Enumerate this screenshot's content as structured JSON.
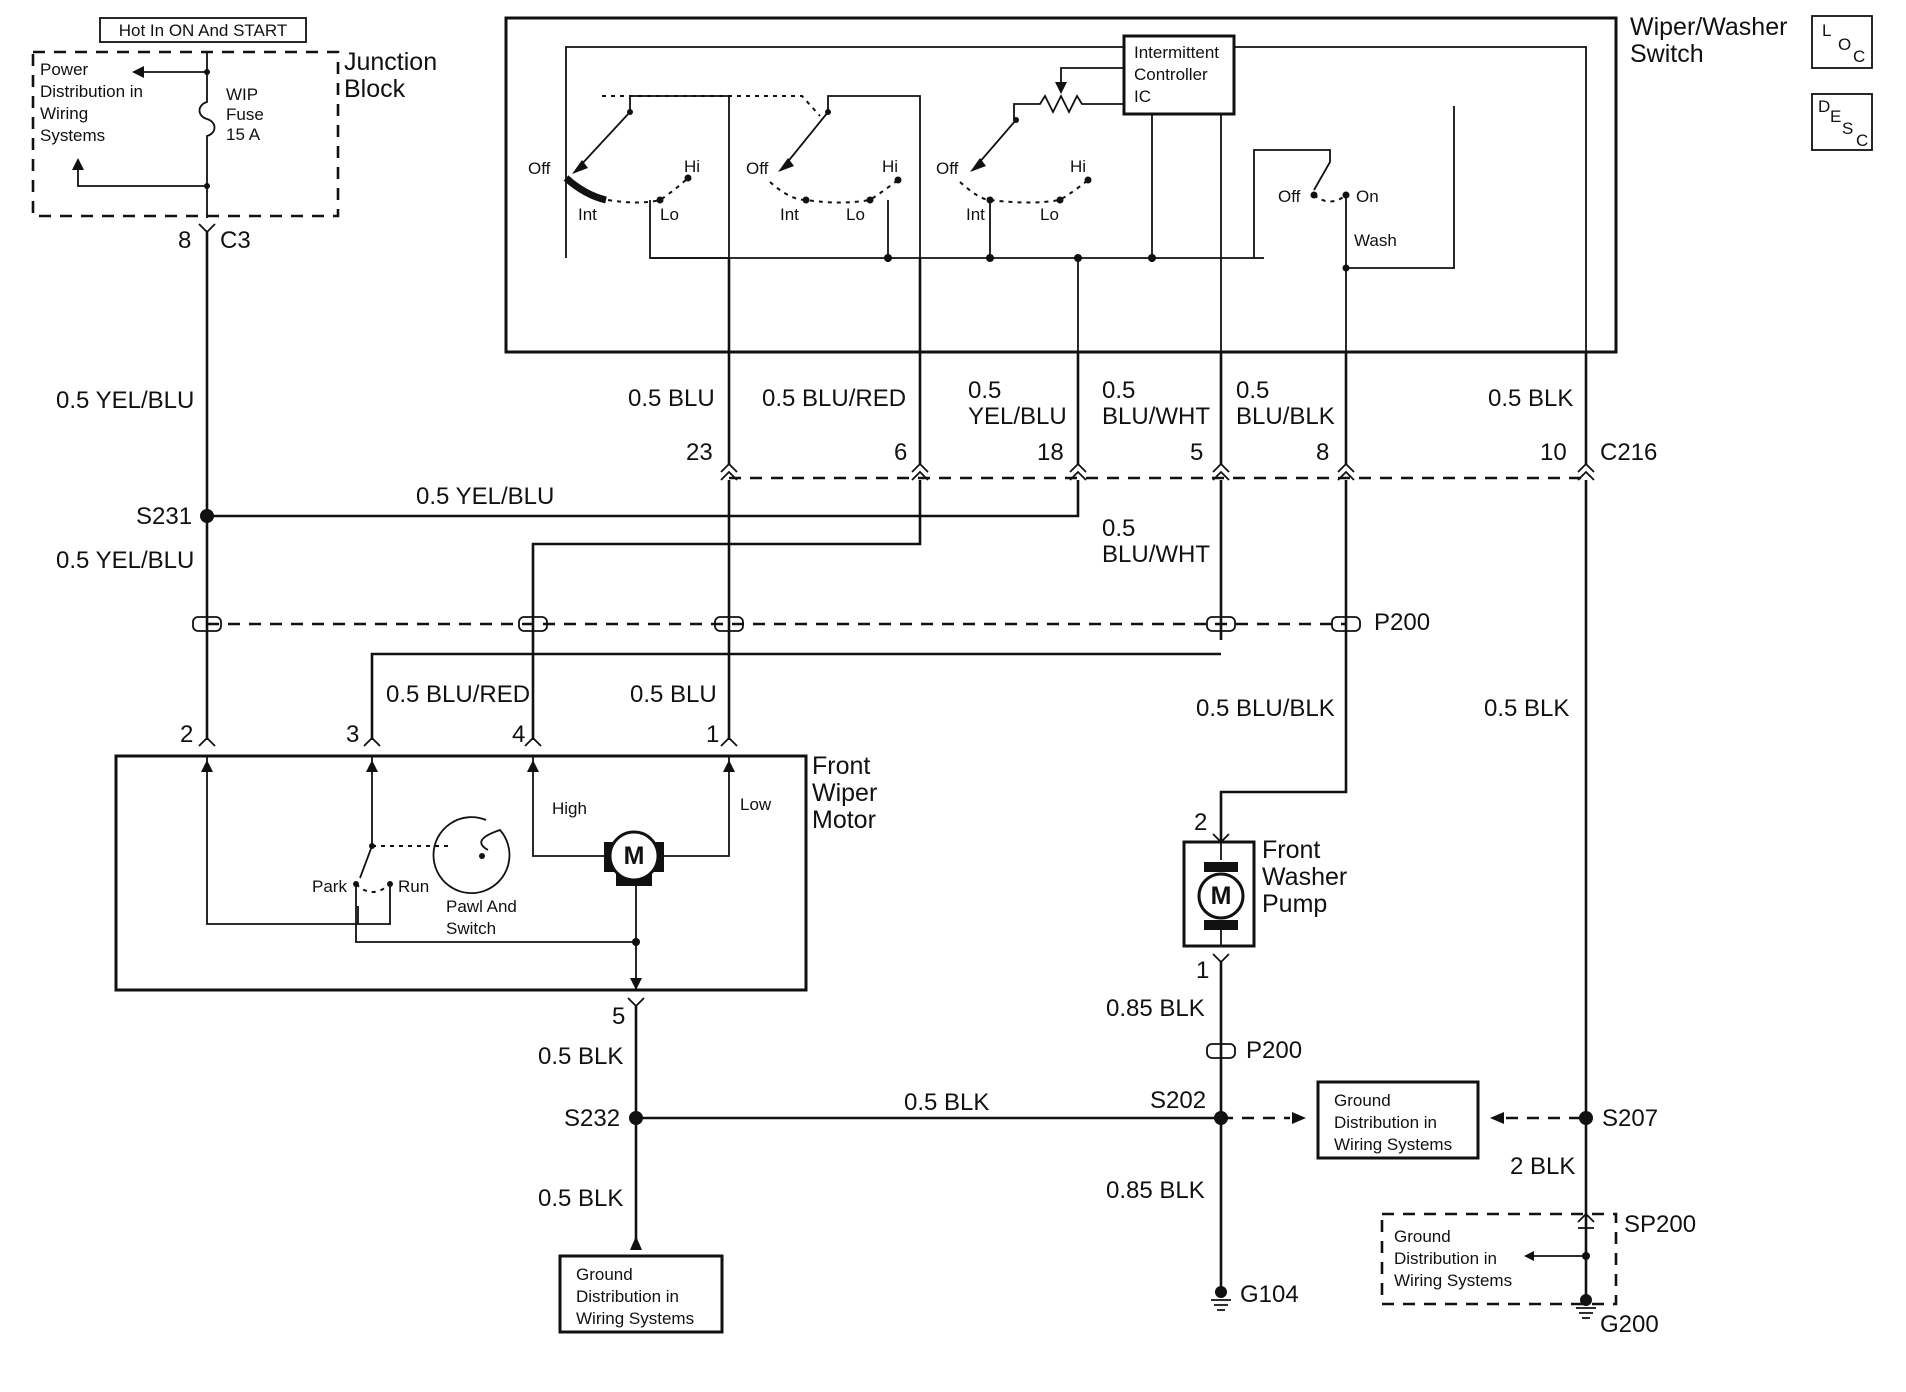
{
  "labels": {
    "hot_in": "Hot In ON And START",
    "power_dist_1": "Power",
    "power_dist_2": "Distribution in",
    "power_dist_3": "Wiring",
    "power_dist_4": "Systems",
    "fuse_1": "WIP",
    "fuse_2": "Fuse",
    "fuse_3": "15 A",
    "junction_1": "Junction",
    "junction_2": "Block",
    "c3_pin": "8",
    "c3": "C3",
    "switch_title_1": "Wiper/Washer",
    "switch_title_2": "Switch",
    "controller_1": "Intermittent",
    "controller_2": "Controller",
    "controller_3": "IC",
    "off": "Off",
    "hi": "Hi",
    "int": "Int",
    "lo": "Lo",
    "on": "On",
    "wash": "Wash",
    "loc": [
      "L",
      "O",
      "C"
    ],
    "desc": [
      "D",
      "E",
      "S",
      "C"
    ],
    "w_yelblu_top": "0.5 YEL/BLU",
    "w_blu_top": "0.5 BLU",
    "w_blured_top": "0.5 BLU/RED",
    "w_yelblu18_1": "0.5",
    "w_yelblu18_2": "YEL/BLU",
    "w_bluwht_1": "0.5",
    "w_bluwht_2": "BLU/WHT",
    "w_blublk_1": "0.5",
    "w_blublk_2": "BLU/BLK",
    "w_blk_top": "0.5 BLK",
    "c216_pins": [
      "23",
      "6",
      "18",
      "5",
      "8",
      "10"
    ],
    "c216": "C216",
    "s231": "S231",
    "w_yelblu_mid": "0.5 YEL/BLU",
    "w_yelblu_low": "0.5 YEL/BLU",
    "w_bluwht_mid_1": "0.5",
    "w_bluwht_mid_2": "BLU/WHT",
    "p200": "P200",
    "w_blured_low": "0.5 BLU/RED",
    "w_blu_low": "0.5 BLU",
    "w_blublk_low": "0.5 BLU/BLK",
    "w_blk_right": "0.5 BLK",
    "motor_pins": [
      "2",
      "3",
      "4",
      "1"
    ],
    "motor_title_1": "Front",
    "motor_title_2": "Wiper",
    "motor_title_3": "Motor",
    "high": "High",
    "low": "Low",
    "park": "Park",
    "run": "Run",
    "pawl_1": "Pawl And",
    "pawl_2": "Switch",
    "m": "M",
    "pump_pin_top": "2",
    "pump_pin_bot": "1",
    "pump_title_1": "Front",
    "pump_title_2": "Washer",
    "pump_title_3": "Pump",
    "motor_pin5": "5",
    "w_blk_5": "0.5 BLK",
    "s232": "S232",
    "w_blk_s232": "0.5 BLK",
    "w_blk_gnd": "0.5 BLK",
    "w_085blk_pump": "0.85 BLK",
    "p200_low": "P200",
    "s202": "S202",
    "w_085blk_g104": "0.85 BLK",
    "g104": "G104",
    "gnd_dist_1": "Ground",
    "gnd_dist_2": "Distribution in",
    "gnd_dist_3": "Wiring Systems",
    "s207": "S207",
    "w_2blk": "2 BLK",
    "sp200": "SP200",
    "g200": "G200"
  }
}
